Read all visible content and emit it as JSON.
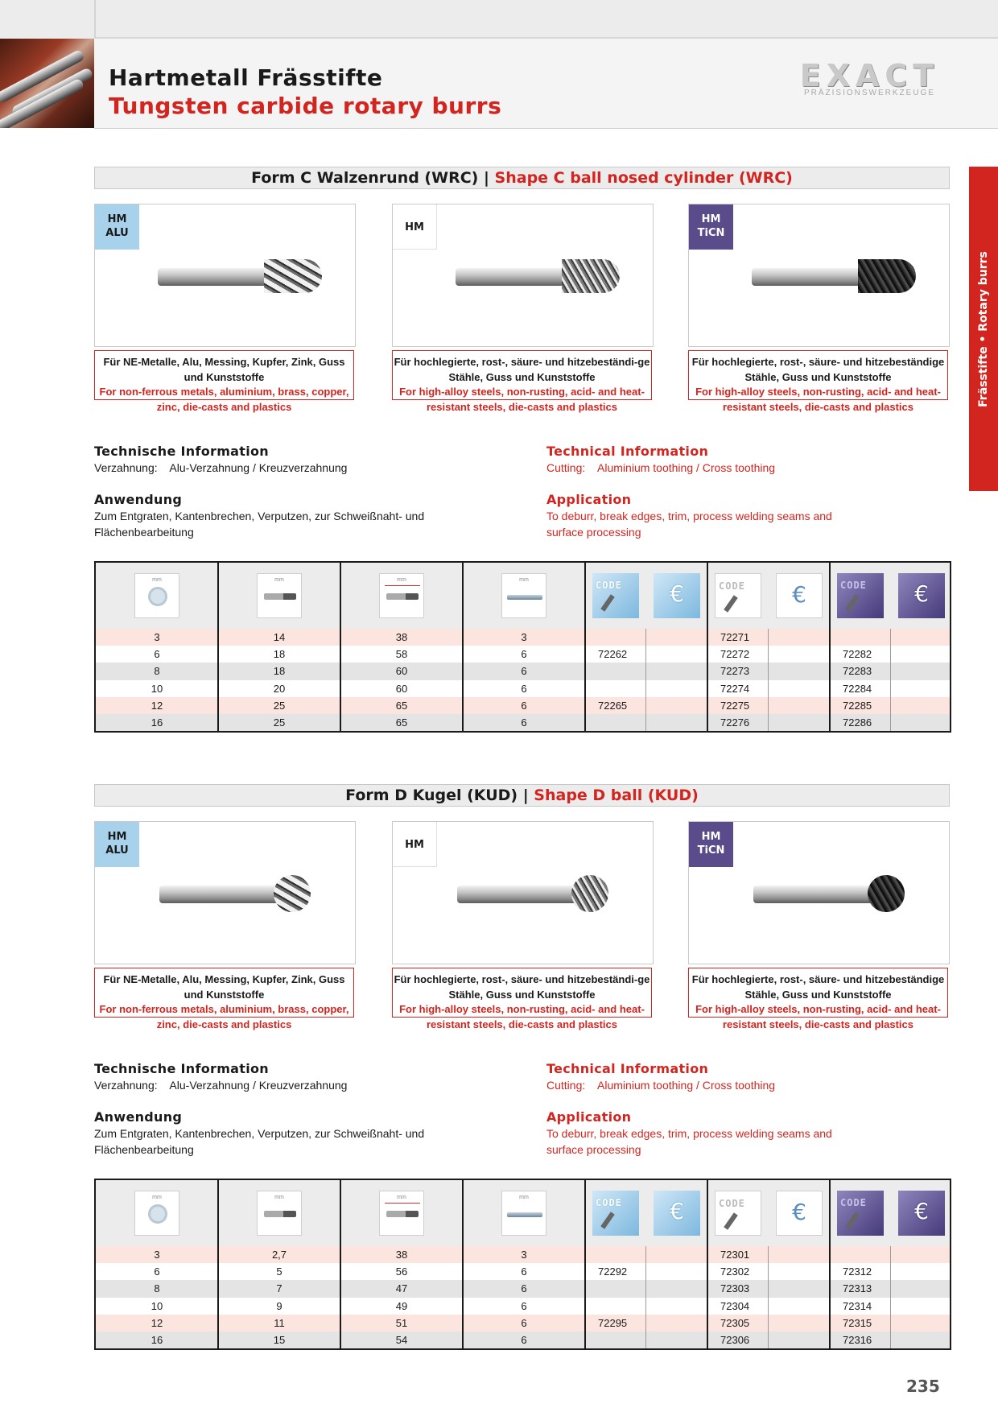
{
  "header": {
    "title_de": "Hartmetall Frässtifte",
    "title_en": "Tungsten carbide rotary burrs",
    "logo_word": "EXACT",
    "logo_sub": "PRÄZISIONSWERKZEUGE"
  },
  "side_tab": "Frässtifte • Rotary burrs",
  "page_number": "235",
  "icon_labels": {
    "mm": "mm"
  },
  "code_label": "CODE",
  "euro_symbol": "€",
  "sections": [
    {
      "title_de": "Form C Walzenrund (WRC)",
      "separator": "|",
      "title_en": "Shape C ball nosed cylinder (WRC)",
      "cards": [
        {
          "badge_line1": "HM",
          "badge_line2": "ALU",
          "desc_de": "Für NE-Metalle, Alu, Messing, Kupfer, Zink, Guss und Kunststoffe",
          "desc_en": "For non-ferrous metals, aluminium, brass, copper, zinc, die-casts and plastics"
        },
        {
          "badge_line1": "HM",
          "badge_line2": "",
          "desc_de": "Für hochlegierte, rost-, säure- und hitzebeständi-ge Stähle, Guss und Kunststoffe",
          "desc_en": "For high-alloy steels, non-rusting, acid- and heat-resistant steels, die-casts and plastics"
        },
        {
          "badge_line1": "HM",
          "badge_line2": "TiCN",
          "desc_de": "Für hochlegierte, rost-, säure- und hitzebeständige Stähle, Guss und Kunststoffe",
          "desc_en": "For high-alloy steels, non-rusting, acid- and heat-resistant steels, die-casts and plastics"
        }
      ],
      "tech_de_h": "Technische Information",
      "tech_de_label": "Verzahnung:",
      "tech_de_value": "Alu-Verzahnung / Kreuzverzahnung",
      "tech_en_h": "Technical Information",
      "tech_en_label": "Cutting:",
      "tech_en_value": "Aluminium toothing / Cross toothing",
      "app_de_h": "Anwendung",
      "app_de_l1": "Zum Entgraten, Kantenbrechen, Verputzen, zur Schweißnaht- und",
      "app_de_l2": "Flächenbearbeitung",
      "app_en_h": "Application",
      "app_en_l1": "To deburr, break edges, trim, process welding seams and",
      "app_en_l2": "surface processing",
      "rows": [
        [
          "3",
          "14",
          "38",
          "3",
          "",
          "",
          "72271",
          "",
          "",
          ""
        ],
        [
          "6",
          "18",
          "58",
          "6",
          "72262",
          "",
          "72272",
          "",
          "72282",
          ""
        ],
        [
          "8",
          "18",
          "60",
          "6",
          "",
          "",
          "72273",
          "",
          "72283",
          ""
        ],
        [
          "10",
          "20",
          "60",
          "6",
          "",
          "",
          "72274",
          "",
          "72284",
          ""
        ],
        [
          "12",
          "25",
          "65",
          "6",
          "72265",
          "",
          "72275",
          "",
          "72285",
          ""
        ],
        [
          "16",
          "25",
          "65",
          "6",
          "",
          "",
          "72276",
          "",
          "72286",
          ""
        ]
      ]
    },
    {
      "title_de": "Form D Kugel (KUD)",
      "separator": "|",
      "title_en": "Shape D ball (KUD)",
      "cards": [
        {
          "badge_line1": "HM",
          "badge_line2": "ALU",
          "desc_de": "Für NE-Metalle, Alu, Messing, Kupfer, Zink, Guss und Kunststoffe",
          "desc_en": "For non-ferrous metals, aluminium, brass, copper, zinc, die-casts and plastics"
        },
        {
          "badge_line1": "HM",
          "badge_line2": "",
          "desc_de": "Für hochlegierte, rost-, säure- und hitzebeständi-ge Stähle, Guss und Kunststoffe",
          "desc_en": "For high-alloy steels, non-rusting, acid- and heat-resistant steels, die-casts and plastics"
        },
        {
          "badge_line1": "HM",
          "badge_line2": "TiCN",
          "desc_de": "Für hochlegierte, rost-, säure- und hitzebeständige Stähle, Guss und Kunststoffe",
          "desc_en": "For high-alloy steels, non-rusting, acid- and heat-resistant steels, die-casts and plastics"
        }
      ],
      "tech_de_h": "Technische Information",
      "tech_de_label": "Verzahnung:",
      "tech_de_value": "Alu-Verzahnung / Kreuzverzahnung",
      "tech_en_h": "Technical Information",
      "tech_en_label": "Cutting:",
      "tech_en_value": "Aluminium toothing / Cross toothing",
      "app_de_h": "Anwendung",
      "app_de_l1": "Zum Entgraten, Kantenbrechen, Verputzen, zur Schweißnaht- und",
      "app_de_l2": "Flächenbearbeitung",
      "app_en_h": "Application",
      "app_en_l1": "To deburr, break edges, trim, process welding seams and",
      "app_en_l2": "surface processing",
      "rows": [
        [
          "3",
          "2,7",
          "38",
          "3",
          "",
          "",
          "72301",
          "",
          "",
          ""
        ],
        [
          "6",
          "5",
          "56",
          "6",
          "72292",
          "",
          "72302",
          "",
          "72312",
          ""
        ],
        [
          "8",
          "7",
          "47",
          "6",
          "",
          "",
          "72303",
          "",
          "72313",
          ""
        ],
        [
          "10",
          "9",
          "49",
          "6",
          "",
          "",
          "72304",
          "",
          "72314",
          ""
        ],
        [
          "12",
          "11",
          "51",
          "6",
          "72295",
          "",
          "72305",
          "",
          "72315",
          ""
        ],
        [
          "16",
          "15",
          "54",
          "6",
          "",
          "",
          "72306",
          "",
          "72316",
          ""
        ]
      ]
    }
  ],
  "colors": {
    "accent_red": "#d3251f",
    "alu_blue": "#a8d2ec",
    "ticn_purple": "#5a4c8a"
  }
}
